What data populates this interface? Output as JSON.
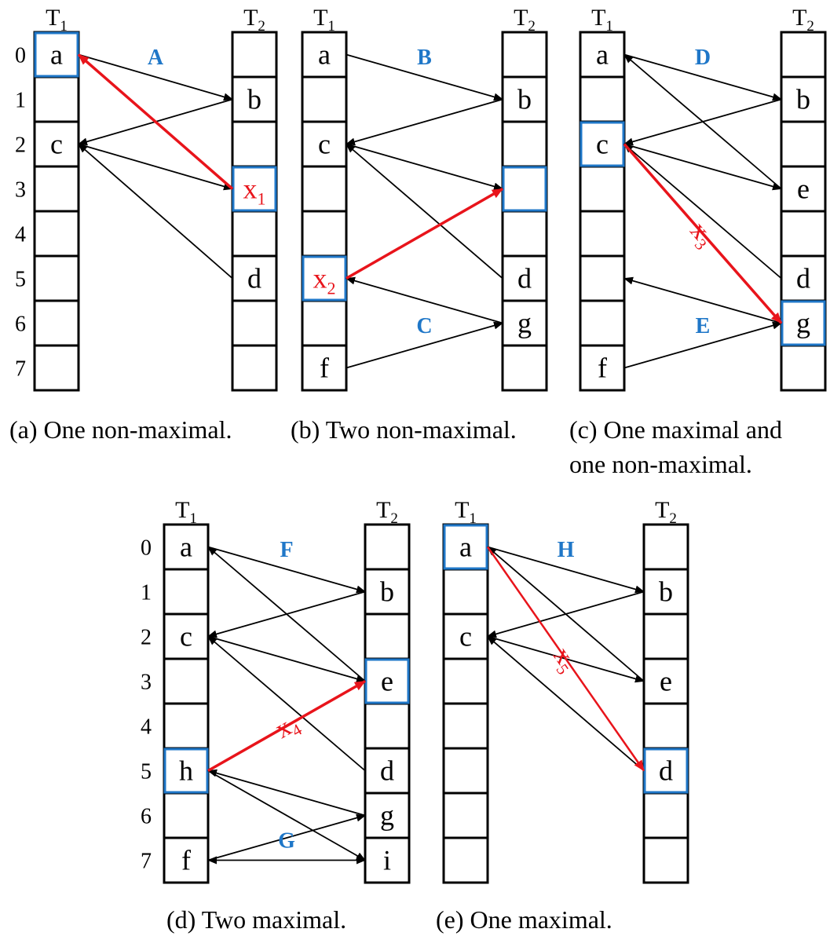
{
  "colors": {
    "black": "#000000",
    "blue": "#1f77c8",
    "red": "#e8141b"
  },
  "diagrams": [
    {
      "id": "a",
      "caption": [
        "(a)  One non-maximal."
      ],
      "row_indices": [
        "0",
        "1",
        "2",
        "3",
        "4",
        "5",
        "6",
        "7"
      ],
      "t1": {
        "label": "T",
        "sub": "1",
        "cells": [
          "a",
          "",
          "c",
          "",
          "",
          "",
          "",
          ""
        ],
        "highlight": [
          0
        ]
      },
      "t2": {
        "label": "T",
        "sub": "2",
        "cells": [
          "",
          "b",
          "",
          "x",
          "",
          "d",
          "",
          ""
        ],
        "highlight": [
          3
        ]
      },
      "cell_subs": {
        "t2": {
          "3": "1"
        }
      },
      "red_text_cells": {
        "t2": [
          3
        ]
      },
      "edge_labels": [
        {
          "text": "A",
          "edge": 0
        }
      ],
      "edges": [
        {
          "from": [
            "t1",
            0
          ],
          "to": [
            "t2",
            1
          ],
          "color": "black"
        },
        {
          "from": [
            "t2",
            1
          ],
          "to": [
            "t1",
            2
          ],
          "color": "black"
        },
        {
          "from": [
            "t1",
            2
          ],
          "to": [
            "t2",
            3
          ],
          "color": "black"
        },
        {
          "from": [
            "t2",
            5
          ],
          "to": [
            "t1",
            2
          ],
          "color": "black"
        },
        {
          "from": [
            "t2",
            3
          ],
          "to": [
            "t1",
            0
          ],
          "color": "red"
        }
      ],
      "red_labels": []
    },
    {
      "id": "b",
      "caption": [
        "(b)  Two non-maximal."
      ],
      "row_indices": [],
      "t1": {
        "label": "T",
        "sub": "1",
        "cells": [
          "a",
          "",
          "c",
          "",
          "",
          "x",
          "",
          "f"
        ],
        "highlight": [
          5
        ]
      },
      "t2": {
        "label": "T",
        "sub": "2",
        "cells": [
          "",
          "b",
          "",
          "",
          "",
          "d",
          "g",
          ""
        ],
        "highlight": [
          3
        ]
      },
      "cell_subs": {
        "t1": {
          "5": "2"
        }
      },
      "red_text_cells": {
        "t1": [
          5
        ]
      },
      "edge_labels": [
        {
          "text": "B",
          "edge": 0
        },
        {
          "text": "C",
          "edge": 5
        }
      ],
      "edges": [
        {
          "from": [
            "t1",
            0
          ],
          "to": [
            "t2",
            1
          ],
          "color": "black"
        },
        {
          "from": [
            "t2",
            1
          ],
          "to": [
            "t1",
            2
          ],
          "color": "black"
        },
        {
          "from": [
            "t1",
            2
          ],
          "to": [
            "t2",
            3
          ],
          "color": "black"
        },
        {
          "from": [
            "t2",
            5
          ],
          "to": [
            "t1",
            2
          ],
          "color": "black"
        },
        {
          "from": [
            "t2",
            6
          ],
          "to": [
            "t1",
            5
          ],
          "color": "black"
        },
        {
          "from": [
            "t1",
            7
          ],
          "to": [
            "t2",
            6
          ],
          "color": "black"
        },
        {
          "from": [
            "t1",
            5
          ],
          "to": [
            "t2",
            3
          ],
          "color": "red"
        }
      ],
      "red_labels": []
    },
    {
      "id": "c",
      "caption": [
        "(c)  One maximal and",
        "one non-maximal."
      ],
      "row_indices": [],
      "t1": {
        "label": "T",
        "sub": "1",
        "cells": [
          "a",
          "",
          "c",
          "",
          "",
          "",
          "",
          "f"
        ],
        "highlight": [
          2
        ]
      },
      "t2": {
        "label": "T",
        "sub": "2",
        "cells": [
          "",
          "b",
          "",
          "e",
          "",
          "d",
          "g",
          ""
        ],
        "highlight": [
          6
        ]
      },
      "cell_subs": {},
      "red_text_cells": {},
      "edge_labels": [
        {
          "text": "D",
          "edge": 0
        },
        {
          "text": "E",
          "edge": 6
        }
      ],
      "edges": [
        {
          "from": [
            "t1",
            0
          ],
          "to": [
            "t2",
            1
          ],
          "color": "black"
        },
        {
          "from": [
            "t2",
            1
          ],
          "to": [
            "t1",
            2
          ],
          "color": "black"
        },
        {
          "from": [
            "t1",
            2
          ],
          "to": [
            "t2",
            3
          ],
          "color": "black"
        },
        {
          "from": [
            "t2",
            3
          ],
          "to": [
            "t1",
            0
          ],
          "color": "black"
        },
        {
          "from": [
            "t2",
            5
          ],
          "to": [
            "t1",
            2
          ],
          "color": "black"
        },
        {
          "from": [
            "t2",
            6
          ],
          "to": [
            "t1",
            5
          ],
          "color": "black"
        },
        {
          "from": [
            "t1",
            7
          ],
          "to": [
            "t2",
            6
          ],
          "color": "black"
        },
        {
          "from": [
            "t1",
            2
          ],
          "to": [
            "t2",
            6
          ],
          "color": "red"
        }
      ],
      "red_labels": [
        {
          "text": "x",
          "sub": "3",
          "edge": 7
        }
      ]
    },
    {
      "id": "d",
      "caption": [
        "(d)  Two maximal."
      ],
      "row_indices": [
        "0",
        "1",
        "2",
        "3",
        "4",
        "5",
        "6",
        "7"
      ],
      "t1": {
        "label": "T",
        "sub": "1",
        "cells": [
          "a",
          "",
          "c",
          "",
          "",
          "h",
          "",
          "f"
        ],
        "highlight": [
          5
        ]
      },
      "t2": {
        "label": "T",
        "sub": "2",
        "cells": [
          "",
          "b",
          "",
          "e",
          "",
          "d",
          "g",
          "i"
        ],
        "highlight": [
          3
        ]
      },
      "cell_subs": {},
      "red_text_cells": {},
      "edge_labels": [
        {
          "text": "F",
          "edge": 0
        },
        {
          "text": "G",
          "edge": 9
        }
      ],
      "edges": [
        {
          "from": [
            "t1",
            0
          ],
          "to": [
            "t2",
            1
          ],
          "color": "black"
        },
        {
          "from": [
            "t2",
            1
          ],
          "to": [
            "t1",
            2
          ],
          "color": "black"
        },
        {
          "from": [
            "t1",
            2
          ],
          "to": [
            "t2",
            3
          ],
          "color": "black"
        },
        {
          "from": [
            "t2",
            3
          ],
          "to": [
            "t1",
            0
          ],
          "color": "black"
        },
        {
          "from": [
            "t2",
            5
          ],
          "to": [
            "t1",
            2
          ],
          "color": "black"
        },
        {
          "from": [
            "t2",
            6
          ],
          "to": [
            "t1",
            5
          ],
          "color": "black"
        },
        {
          "from": [
            "t1",
            5
          ],
          "to": [
            "t2",
            7
          ],
          "color": "black"
        },
        {
          "from": [
            "t2",
            7
          ],
          "to": [
            "t1",
            5
          ],
          "color": "none"
        },
        {
          "from": [
            "t1",
            7
          ],
          "to": [
            "t2",
            6
          ],
          "color": "black"
        },
        {
          "from": [
            "t1",
            7
          ],
          "to": [
            "t2",
            7
          ],
          "color": "black",
          "both": true
        },
        {
          "from": [
            "t1",
            5
          ],
          "to": [
            "t2",
            3
          ],
          "color": "red"
        }
      ],
      "red_labels": [
        {
          "text": "x",
          "sub": "4",
          "edge": 10
        }
      ]
    },
    {
      "id": "e",
      "caption": [
        "(e)  One maximal."
      ],
      "row_indices": [],
      "t1": {
        "label": "T",
        "sub": "1",
        "cells": [
          "a",
          "",
          "c",
          "",
          "",
          "",
          "",
          ""
        ],
        "highlight": [
          0
        ]
      },
      "t2": {
        "label": "T",
        "sub": "2",
        "cells": [
          "",
          "b",
          "",
          "e",
          "",
          "d",
          "",
          ""
        ],
        "highlight": [
          5
        ]
      },
      "cell_subs": {},
      "red_text_cells": {},
      "edge_labels": [
        {
          "text": "H",
          "edge": 0
        }
      ],
      "edges": [
        {
          "from": [
            "t1",
            0
          ],
          "to": [
            "t2",
            1
          ],
          "color": "black"
        },
        {
          "from": [
            "t2",
            1
          ],
          "to": [
            "t1",
            2
          ],
          "color": "black"
        },
        {
          "from": [
            "t1",
            2
          ],
          "to": [
            "t2",
            3
          ],
          "color": "black"
        },
        {
          "from": [
            "t2",
            3
          ],
          "to": [
            "t1",
            0
          ],
          "color": "black"
        },
        {
          "from": [
            "t2",
            5
          ],
          "to": [
            "t1",
            2
          ],
          "color": "black"
        },
        {
          "from": [
            "t1",
            0
          ],
          "to": [
            "t2",
            5
          ],
          "color": "red",
          "thin": true
        }
      ],
      "red_labels": [
        {
          "text": "x",
          "sub": "5",
          "edge": 5
        }
      ]
    }
  ]
}
